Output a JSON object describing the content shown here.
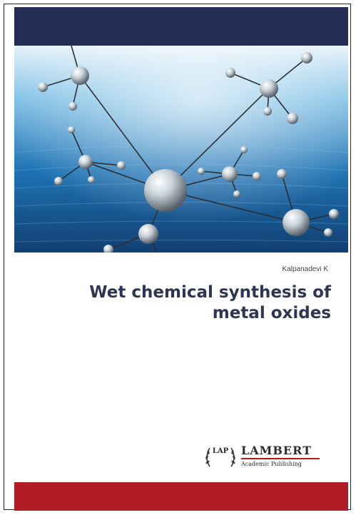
{
  "book": {
    "author": "Kalpanadevi K",
    "title_line1": "Wet chemical synthesis of",
    "title_line2": "metal oxides"
  },
  "publisher": {
    "logo_mark": "LAP",
    "name": "LAMBERT",
    "subtitle": "Academic Publishing"
  },
  "colors": {
    "top_band": "#252d57",
    "bottom_band": "#b01e24",
    "title_text": "#2e3552",
    "background_blue": "#1d6fae"
  },
  "illustration": "molecule-illustration"
}
